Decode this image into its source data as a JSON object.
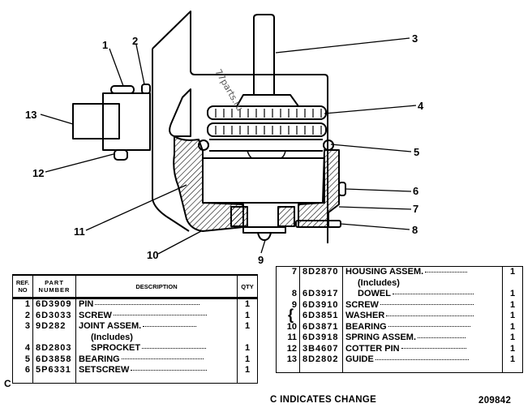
{
  "watermark": "77parts.ru",
  "callouts": [
    "1",
    "2",
    "3",
    "4",
    "5",
    "6",
    "7",
    "8",
    "9",
    "10",
    "11",
    "12",
    "13"
  ],
  "parts_table": {
    "headers": {
      "ref_no_line1": "REF.",
      "ref_no_line2": "NO",
      "part_number_line1": "PART",
      "part_number_line2": "NUMBER",
      "description": "DESCRIPTION",
      "qty": "QTY"
    },
    "left_rows": [
      {
        "ref": "1",
        "part": "6D3909",
        "desc": "PIN",
        "qty": "1",
        "indent": false,
        "change": ""
      },
      {
        "ref": "2",
        "part": "6D3033",
        "desc": "SCREW",
        "qty": "1",
        "indent": false,
        "change": ""
      },
      {
        "ref": "3",
        "part": "9D282",
        "desc": "JOINT ASSEM.",
        "qty": "1",
        "indent": false,
        "change": ""
      },
      {
        "ref": "",
        "part": "",
        "desc": "(Includes)",
        "qty": "",
        "indent": true,
        "change": ""
      },
      {
        "ref": "4",
        "part": "8D2803",
        "desc": "SPROCKET",
        "qty": "1",
        "indent": true,
        "change": ""
      },
      {
        "ref": "5",
        "part": "6D3858",
        "desc": "BEARING",
        "qty": "1",
        "indent": false,
        "change": ""
      },
      {
        "ref": "6",
        "part": "5P6331",
        "desc": "SETSCREW",
        "qty": "1",
        "indent": false,
        "change": "C"
      }
    ],
    "right_rows": [
      {
        "ref": "7",
        "part": "8D2870",
        "desc": "HOUSING ASSEM.",
        "qty": "1",
        "indent": false
      },
      {
        "ref": "",
        "part": "",
        "desc": "(Includes)",
        "qty": "",
        "indent": true
      },
      {
        "ref": "8",
        "part": "6D3917",
        "desc": "DOWEL",
        "qty": "1",
        "indent": true
      },
      {
        "ref": "9",
        "part": "6D3910",
        "desc": "SCREW",
        "qty": "1",
        "indent": false
      },
      {
        "ref": "",
        "part": "6D3851",
        "desc": "WASHER",
        "qty": "1",
        "indent": false
      },
      {
        "ref": "10",
        "part": "6D3871",
        "desc": "BEARING",
        "qty": "1",
        "indent": false
      },
      {
        "ref": "11",
        "part": "6D3918",
        "desc": "SPRING ASSEM.",
        "qty": "1",
        "indent": false
      },
      {
        "ref": "12",
        "part": "3B4607",
        "desc": "COTTER PIN",
        "qty": "1",
        "indent": false
      },
      {
        "ref": "13",
        "part": "8D2802",
        "desc": "GUIDE",
        "qty": "1",
        "indent": false
      }
    ]
  },
  "change_marker": "C",
  "footer": {
    "change_note": "C INDICATES CHANGE",
    "illustration_number": "209842"
  }
}
